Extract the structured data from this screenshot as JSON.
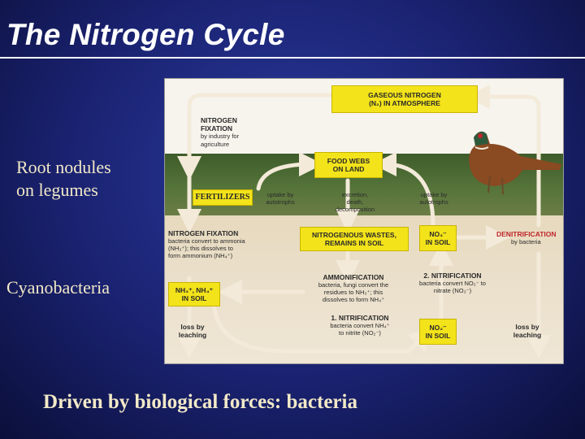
{
  "slide": {
    "title": "The Nitrogen Cycle",
    "left_labels": {
      "root_nodules_line1": "Root nodules",
      "root_nodules_line2": "on legumes",
      "cyanobacteria": "Cyanobacteria"
    },
    "caption": "Driven by biological forces: bacteria"
  },
  "diagram": {
    "gaseous_line1": "GASEOUS NITROGEN",
    "gaseous_line2": "(N₂) IN ATMOSPHERE",
    "nfix_industry_line1": "NITROGEN",
    "nfix_industry_line2": "FIXATION",
    "nfix_industry_line3": "by industry for",
    "nfix_industry_line4": "agriculture",
    "food_webs_line1": "FOOD WEBS",
    "food_webs_line2": "ON LAND",
    "fertilizers": "FERTILIZERS",
    "uptake_left_line1": "uptake by",
    "uptake_left_line2": "autotrophs",
    "excretion_line1": "excretion,",
    "excretion_line2": "death,",
    "excretion_line3": "decomposition",
    "uptake_right_line1": "uptake by",
    "uptake_right_line2": "autotrophs",
    "nfix_bact_title": "NITROGEN FIXATION",
    "nfix_bact_line1": "bacteria convert to ammonia",
    "nfix_bact_line2": "(NH₃⁺); this dissolves to",
    "nfix_bact_line3": "form ammonium (NH₄⁺)",
    "wastes_line1": "NITROGENOUS WASTES,",
    "wastes_line2": "REMAINS IN SOIL",
    "no3_soil_line1": "NO₃⁻",
    "no3_soil_line2": "IN SOIL",
    "denit_title": "DENITRIFICATION",
    "denit_sub": "by bacteria",
    "nh_soil_line1": "NH₃⁺, NH₄⁺",
    "nh_soil_line2": "IN SOIL",
    "ammon_title": "AMMONIFICATION",
    "ammon_line1": "bacteria, fungi convert the",
    "ammon_line2": "residues to NH₃⁺; this",
    "ammon_line3": "dissolves to form NH₄⁺",
    "nitri2_title": "2. NITRIFICATION",
    "nitri2_line1": "bacteria convert NO₂⁻ to",
    "nitri2_line2": "nitrate (NO₃⁻)",
    "nitri1_title": "1. NITRIFICATION",
    "nitri1_line1": "bacteria convert NH₄⁺",
    "nitri1_line2": "to nitrite (NO₂⁻)",
    "no2_soil_line1": "NO₂⁻",
    "no2_soil_line2": "IN SOIL",
    "loss_left_line1": "loss by",
    "loss_left_line2": "leaching",
    "loss_right_line1": "loss by",
    "loss_right_line2": "leaching"
  },
  "colors": {
    "background": "#1a2270",
    "label_text": "#f2e9c8",
    "box_fill": "#f3e31a",
    "arrow": "#f3ead9",
    "denitrification": "#c0262b"
  }
}
